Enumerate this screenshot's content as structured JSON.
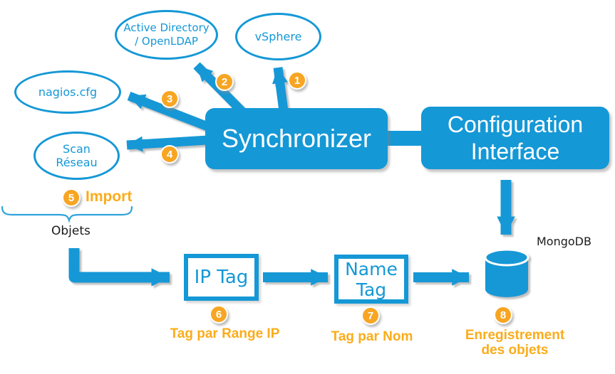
{
  "title": "Synchronizer import and tagging flow diagram",
  "colors": {
    "blue": "#1598D6",
    "badge_orange": "#F7A522",
    "label_orange": "#FBAC1A",
    "shadow_gray": "#BDBDBD",
    "text_black": "#1b1b1b",
    "white": "#ffffff"
  },
  "nodes": {
    "active_directory": {
      "line1": "Active Directory",
      "line2": "/ OpenLDAP"
    },
    "vsphere": {
      "label": "vSphere"
    },
    "nagios": {
      "label": "nagios.cfg"
    },
    "scan_reseau": {
      "line1": "Scan",
      "line2": "Réseau"
    },
    "synchronizer": {
      "label": "Synchronizer"
    },
    "config_interface": {
      "line1": "Configuration",
      "line2": "Interface"
    },
    "ip_tag": {
      "label": "IP Tag"
    },
    "name_tag": {
      "line1": "Name",
      "line2": "Tag"
    },
    "mongodb": {
      "label": "MongoDB"
    }
  },
  "steps": [
    "1",
    "2",
    "3",
    "4",
    "5",
    "6",
    "7",
    "8"
  ],
  "labels": {
    "import": "Import",
    "objets": "Objets",
    "tag_range_ip": "Tag par Range IP",
    "tag_nom": "Tag par Nom",
    "enregistrement_line1": "Enregistrement",
    "enregistrement_line2": "des objets"
  }
}
